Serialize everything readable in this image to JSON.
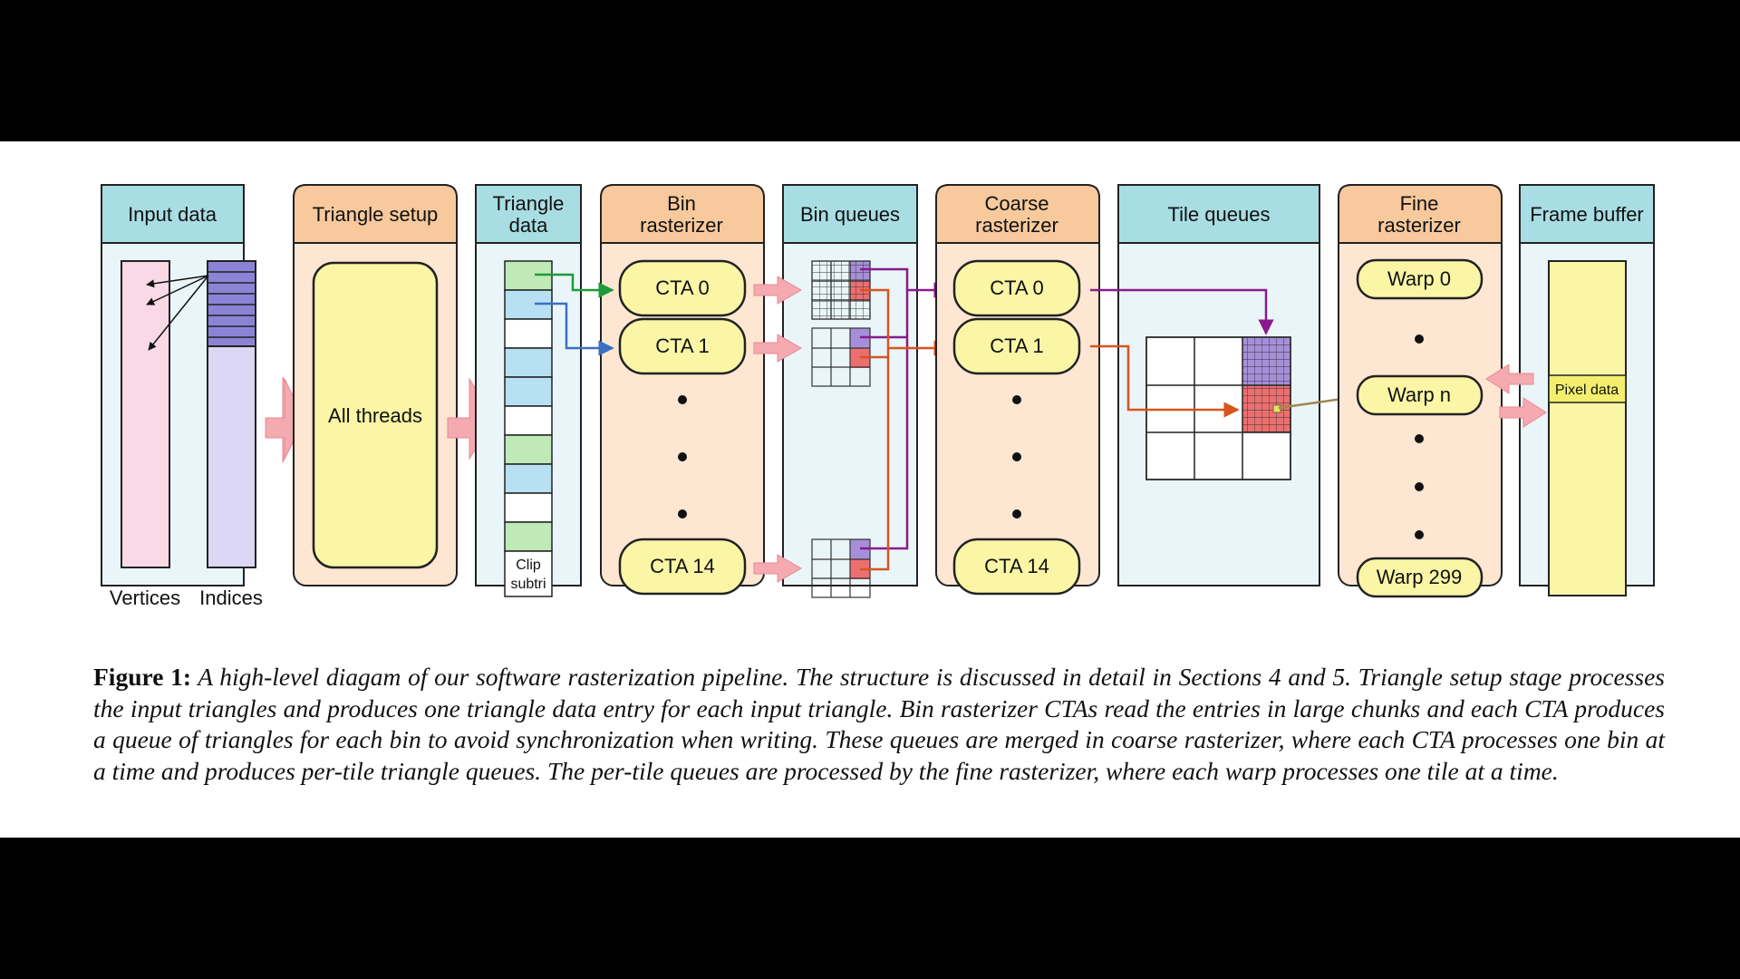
{
  "stages": {
    "input": {
      "title": "Input data",
      "vertices": "Vertices",
      "indices": "Indices"
    },
    "setup": {
      "title": "Triangle setup",
      "body": "All threads"
    },
    "tridata": {
      "title1": "Triangle",
      "title2": "data",
      "clip1": "Clip",
      "clip2": "subtri"
    },
    "bin": {
      "title1": "Bin",
      "title2": "rasterizer",
      "cta0": "CTA 0",
      "cta1": "CTA 1",
      "cta14": "CTA 14"
    },
    "binq": {
      "title": "Bin queues"
    },
    "coarse": {
      "title1": "Coarse",
      "title2": "rasterizer",
      "cta0": "CTA 0",
      "cta1": "CTA 1",
      "cta14": "CTA 14"
    },
    "tileq": {
      "title": "Tile queues"
    },
    "fine": {
      "title1": "Fine",
      "title2": "rasterizer",
      "warp0": "Warp 0",
      "warpn": "Warp n",
      "warp299": "Warp 299"
    },
    "fb": {
      "title": "Frame buffer",
      "pixel": "Pixel data"
    }
  },
  "caption": {
    "label": "Figure 1:",
    "text": " A high-level diagam of our software rasterization pipeline. The structure is discussed in detail in Sections 4 and 5. Triangle setup stage processes the input triangles and produces one triangle data entry for each input triangle. Bin rasterizer CTAs read the entries in large chunks and each CTA produces a queue of triangles for each bin to avoid synchronization when writing. These queues are merged in coarse rasterizer, where each CTA processes one bin at a time and produces per-tile triangle queues. The per-tile queues are processed by the fine rasterizer, where each warp processes one tile at a time."
  },
  "colors": {
    "header_blue": "#a8dde3",
    "body_blue": "#e9f5f8",
    "header_orange": "#f7c99d",
    "body_orange": "#fde6d2",
    "yellow": "#fbf6a6",
    "green_arrow": "#1f9a38",
    "blue_arrow": "#3a6fc4",
    "purple": "#8a1a8c",
    "orange_line": "#d8541e",
    "olive": "#a08850",
    "pink_arrow": "#f5a9b0"
  }
}
